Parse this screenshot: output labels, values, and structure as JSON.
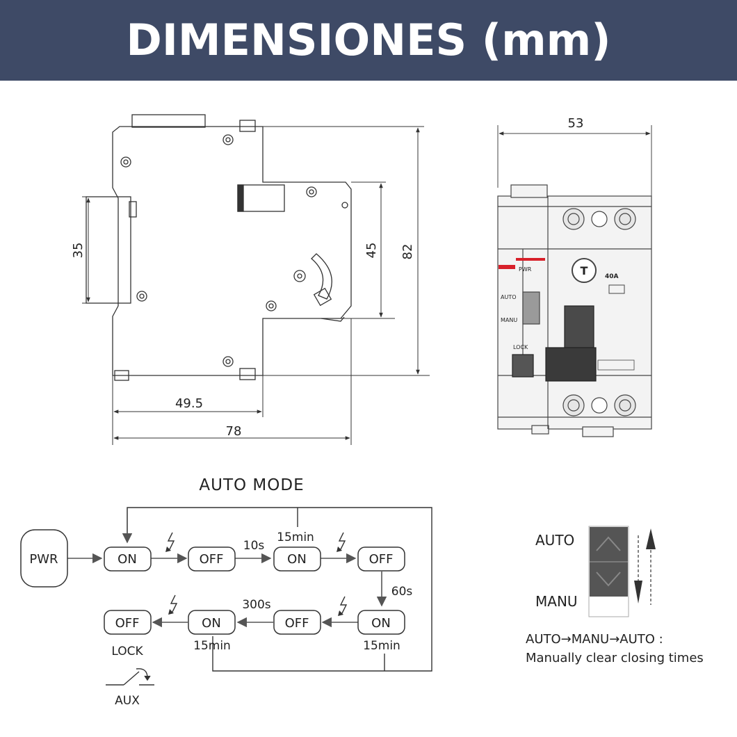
{
  "header": {
    "title": "DIMENSIONES (mm)",
    "background_color": "#3e4a66",
    "text_color": "#ffffff"
  },
  "side_view": {
    "dim_35": "35",
    "dim_45": "45",
    "dim_82": "82",
    "dim_49_5": "49.5",
    "dim_78": "78"
  },
  "front_view": {
    "dim_53": "53",
    "pwr_label": "PWR",
    "auto_label": "AUTO",
    "manu_label": "MANU",
    "lock_label": "LOCK",
    "test_button_label": "T",
    "rating_label": "40A",
    "red_indicator_color": "#d8202a"
  },
  "auto_mode": {
    "title": "AUTO MODE",
    "pwr": "PWR",
    "on": "ON",
    "off": "OFF",
    "t_10s": "10s",
    "t_15min": "15min",
    "t_60s": "60s",
    "t_300s": "300s",
    "lock": "LOCK",
    "aux": "AUX"
  },
  "switch_legend": {
    "auto": "AUTO",
    "manu": "MANU",
    "sequence": "AUTO→MANU→AUTO :",
    "note": "Manually clear closing times"
  }
}
